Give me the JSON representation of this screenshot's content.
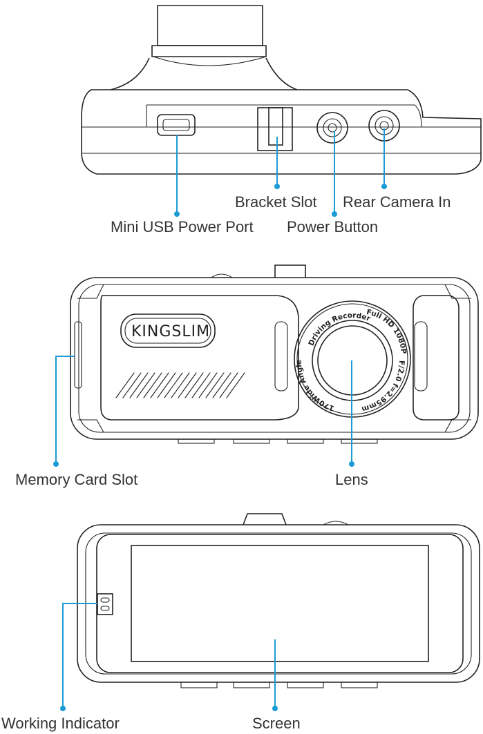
{
  "colors": {
    "callout": "#1a9bd6",
    "outline": "#222222",
    "text": "#333333"
  },
  "views": {
    "top": {
      "callouts": {
        "bracket_slot": "Bracket Slot",
        "rear_camera_in": "Rear Camera In",
        "mini_usb_power_port": "Mini USB Power Port",
        "power_button": "Power Button"
      }
    },
    "front": {
      "brand": "KINGSLIM",
      "lens_ring": {
        "top": "Driving Recorder",
        "top_right": "Full HD 1080P",
        "right": "F/2.0 f=2.95mm",
        "left": "170Wide Angle"
      },
      "callouts": {
        "memory_card_slot": "Memory Card Slot",
        "lens": "Lens"
      }
    },
    "back": {
      "callouts": {
        "working_indicator": "Working Indicator",
        "screen": "Screen"
      }
    }
  }
}
